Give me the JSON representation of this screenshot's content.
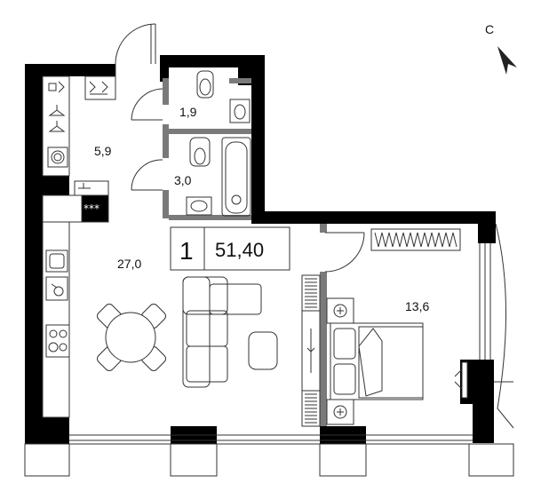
{
  "compass": {
    "letter": "С"
  },
  "badge": {
    "rooms": "1",
    "area": "51,40"
  },
  "rooms": {
    "hall": "5,9",
    "wc": "1,9",
    "bath": "3,0",
    "living": "27,0",
    "bedroom": "13,6"
  },
  "kitchen": {
    "hood_marks": "***"
  },
  "colors": {
    "wall": "#000000",
    "partition": "#7a7a7a",
    "line": "#333333"
  }
}
